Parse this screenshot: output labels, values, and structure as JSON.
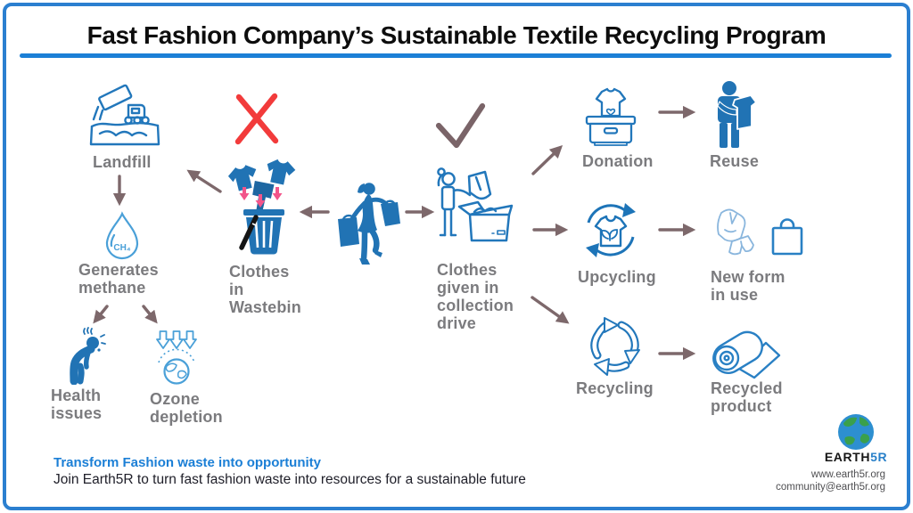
{
  "title": "Fast Fashion Company’s Sustainable Textile Recycling Program",
  "labels": {
    "landfill": [
      "Landfill"
    ],
    "generates_methane": [
      "Generates",
      "methane"
    ],
    "health_issues": [
      "Health",
      "issues"
    ],
    "ozone_depletion": [
      "Ozone",
      "depletion"
    ],
    "clothes_in_wastebin": [
      "Clothes",
      "in",
      "Wastebin"
    ],
    "clothes_collection": [
      "Clothes",
      "given in",
      "collection",
      "drive"
    ],
    "donation": [
      "Donation"
    ],
    "reuse": [
      "Reuse"
    ],
    "upcycling": [
      "Upcycling"
    ],
    "new_form": [
      "New form",
      "in use"
    ],
    "recycling": [
      "Recycling"
    ],
    "recycled_product": [
      "Recycled",
      "product"
    ],
    "methane_formula": "CH₄"
  },
  "footer": {
    "headline": "Transform Fashion waste into opportunity",
    "subline": "Join Earth5R to turn fast fashion waste into resources for a sustainable future"
  },
  "brand": {
    "name_black": "EARTH",
    "name_blue": "5R",
    "website": "www.earth5r.org",
    "email": "community@earth5r.org"
  },
  "colors": {
    "frame_blue": "#2b7fd0",
    "accent_blue": "#1b7fd6",
    "icon_solid_blue": "#2173b4",
    "icon_outline_blue": "#2277bb",
    "icon_light_blue": "#8ab6dd",
    "label_gray": "#7b7b7e",
    "arrow_mauve": "#7d686b",
    "reject_red": "#f23b3b",
    "drop_pink": "#f2558a",
    "globe_green": "#3aa04c"
  }
}
